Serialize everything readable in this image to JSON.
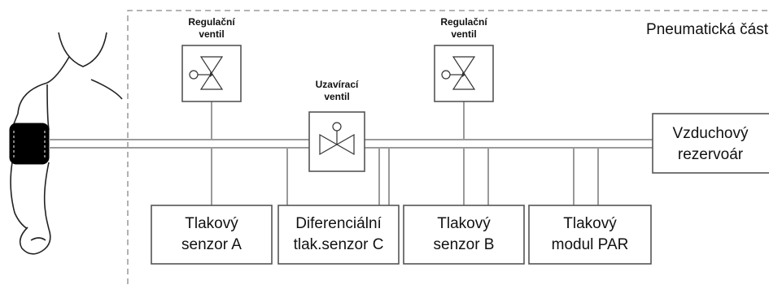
{
  "diagram": {
    "section_label": "Pneumatická část",
    "regulation_valve_1": {
      "line1": "Regulační",
      "line2": "ventil"
    },
    "regulation_valve_2": {
      "line1": "Regulační",
      "line2": "ventil"
    },
    "shutoff_valve": {
      "line1": "Uzavírací",
      "line2": "ventil"
    },
    "air_reservoir": {
      "line1": "Vzduchový",
      "line2": "rezervoár"
    },
    "sensor_a": {
      "line1": "Tlakový",
      "line2": "senzor A"
    },
    "sensor_c": {
      "line1": "Diferenciální",
      "line2": "tlak.senzor C"
    },
    "sensor_b": {
      "line1": "Tlakový",
      "line2": "senzor B"
    },
    "par_module": {
      "line1": "Tlakový",
      "line2": "modul PAR"
    }
  }
}
